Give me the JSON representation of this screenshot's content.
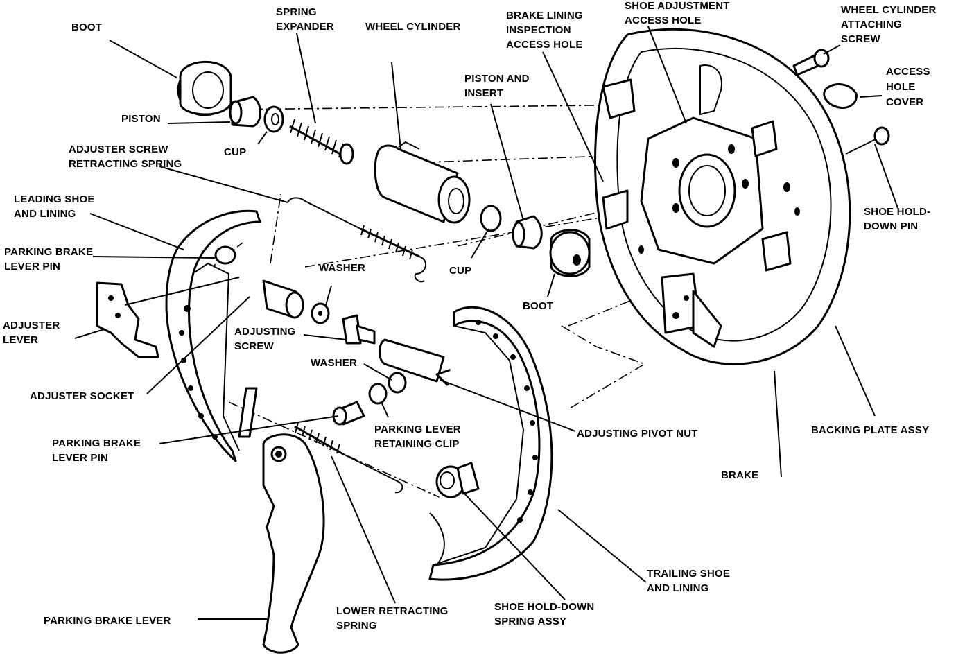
{
  "labels": {
    "boot_top": "BOOT",
    "spring_expander_1": "SPRING",
    "spring_expander_2": "EXPANDER",
    "wheel_cylinder": "WHEEL CYLINDER",
    "brake_lining_1": "BRAKE LINING",
    "brake_lining_2": "INSPECTION",
    "brake_lining_3": "ACCESS HOLE",
    "shoe_adj_1": "SHOE ADJUSTMENT",
    "shoe_adj_2": "ACCESS HOLE",
    "wc_screw_1": "WHEEL CYLINDER",
    "wc_screw_2": "ATTACHING",
    "wc_screw_3": "SCREW",
    "access_cover_1": "ACCESS",
    "access_cover_2": "HOLE",
    "access_cover_3": "COVER",
    "piston_insert_1": "PISTON AND",
    "piston_insert_2": "INSERT",
    "piston": "PISTON",
    "cup_left": "CUP",
    "adj_retract_1": "ADJUSTER SCREW",
    "adj_retract_2": "RETRACTING SPRING",
    "leading_shoe_1": "LEADING SHOE",
    "leading_shoe_2": "AND LINING",
    "pb_lever_pin_top_1": "PARKING BRAKE",
    "pb_lever_pin_top_2": "LEVER PIN",
    "washer_top": "WASHER",
    "cup_right": "CUP",
    "boot_right": "BOOT",
    "shoe_holddown_pin_1": "SHOE HOLD-",
    "shoe_holddown_pin_2": "DOWN PIN",
    "adjuster_lever_1": "ADJUSTER",
    "adjuster_lever_2": "LEVER",
    "adjusting_screw_1": "ADJUSTING",
    "adjusting_screw_2": "SCREW",
    "washer_mid": "WASHER",
    "adjuster_socket": "ADJUSTER SOCKET",
    "pb_lever_pin_low_1": "PARKING BRAKE",
    "pb_lever_pin_low_2": "LEVER PIN",
    "pl_retaining_clip_1": "PARKING LEVER",
    "pl_retaining_clip_2": "RETAINING CLIP",
    "adjusting_pivot_nut": "ADJUSTING PIVOT NUT",
    "backing_plate": "BACKING PLATE ASSY",
    "brake": "BRAKE",
    "trailing_shoe_1": "TRAILING SHOE",
    "trailing_shoe_2": "AND LINING",
    "shoe_holddown_spring_1": "SHOE HOLD-DOWN",
    "shoe_holddown_spring_2": "SPRING ASSY",
    "lower_retract_1": "LOWER RETRACTING",
    "lower_retract_2": "SPRING",
    "parking_brake_lever": "PARKING BRAKE LEVER"
  },
  "colors": {
    "ink": "#000000",
    "paper": "#ffffff"
  }
}
